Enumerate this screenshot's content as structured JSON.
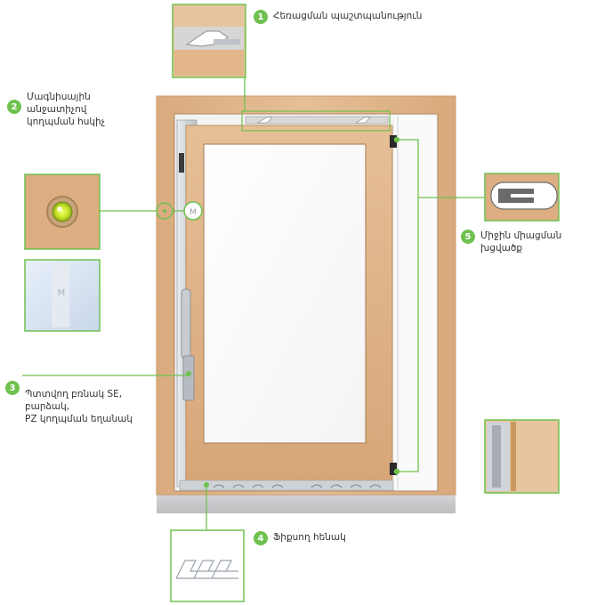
{
  "accent_color": "#6fc14f",
  "wood_color": "#e2b88e",
  "callouts": [
    {
      "number": "1",
      "lines": [
        "Հեռացման պաշտպանություն"
      ]
    },
    {
      "number": "2",
      "lines": [
        "Մագնիսային",
        "անջատիչով",
        "կողպման հսկիչ"
      ]
    },
    {
      "number": "3",
      "lines": [
        "Պտտվող բռնակ SE,",
        "բարձակ,",
        "PZ կողպման եղանակ"
      ]
    },
    {
      "number": "4",
      "lines": [
        "Ֆիքսող հենակ"
      ]
    },
    {
      "number": "5",
      "lines": [
        "Միջին միացման",
        "խցվածք"
      ]
    }
  ],
  "icons": {
    "magnet_sensor": "magnetic-sensor-icon",
    "window_handle": "window-handle-icon"
  }
}
